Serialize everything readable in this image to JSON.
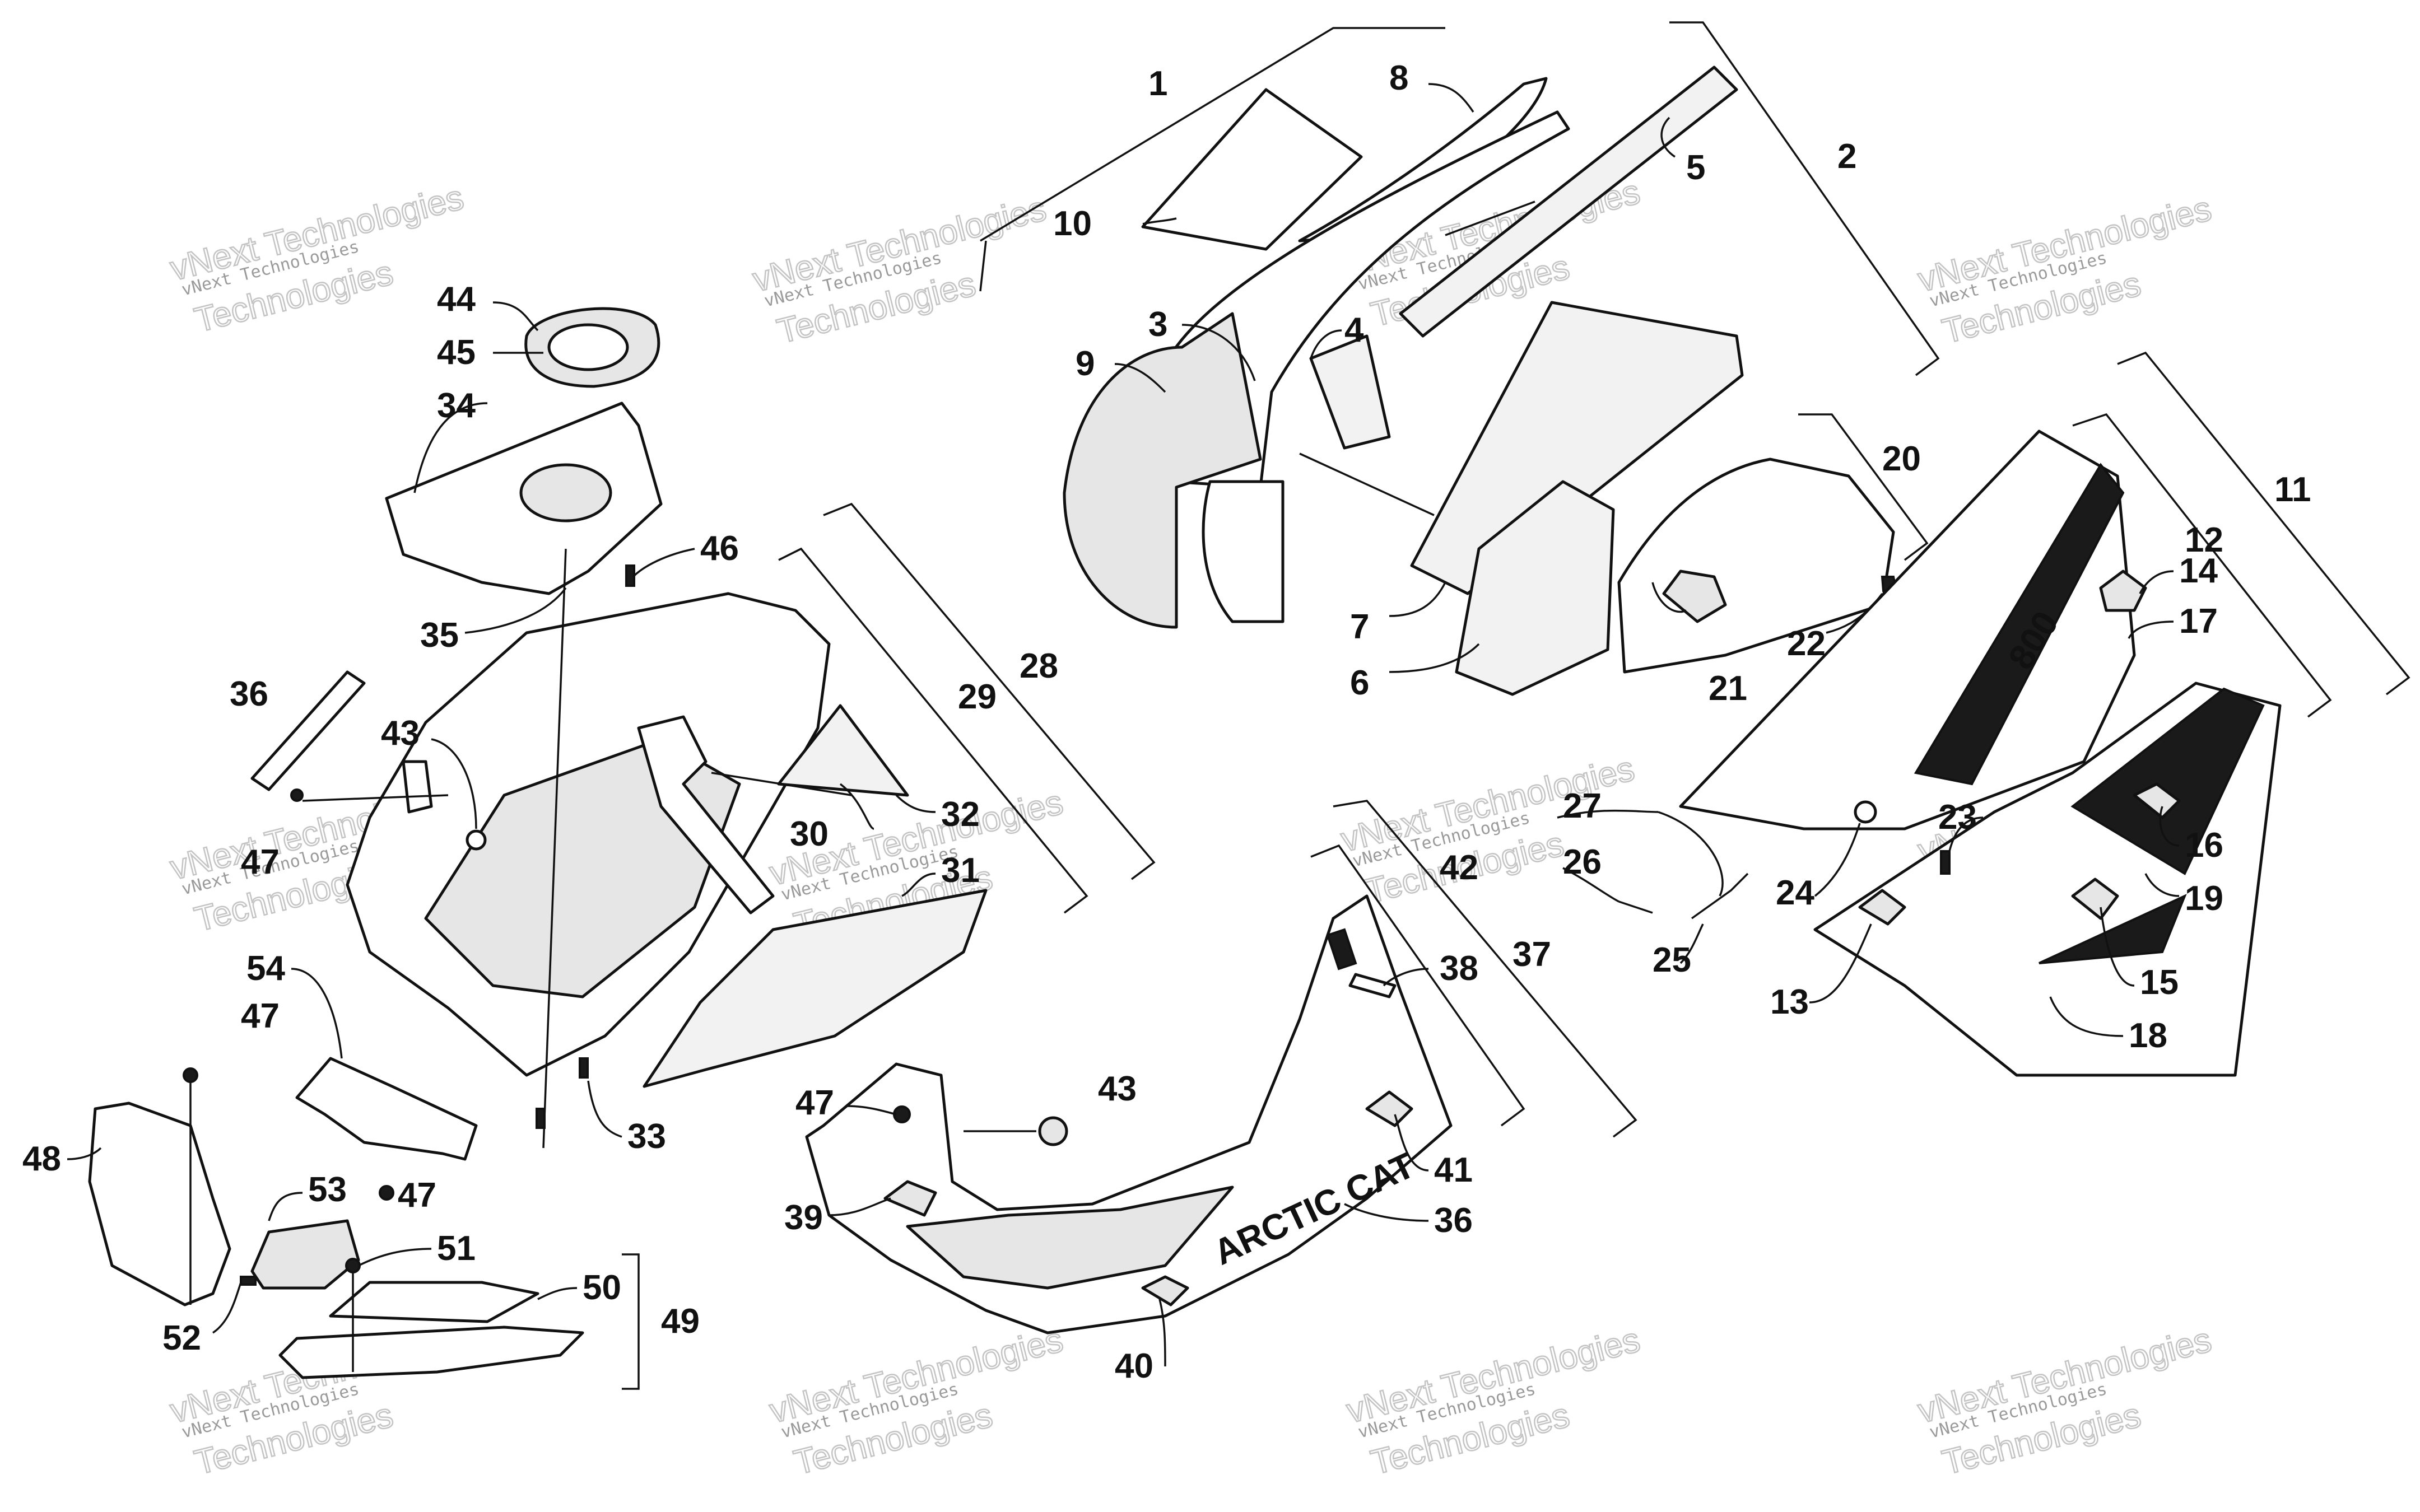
{
  "diagram": {
    "watermark_line1": "vNext Technologies",
    "watermark_line2": "Technologies",
    "decal_text": "ARCTIC CAT",
    "hood_decal_text": "800",
    "callouts": [
      {
        "id": "c1",
        "label": "1"
      },
      {
        "id": "c2",
        "label": "2"
      },
      {
        "id": "c3",
        "label": "3"
      },
      {
        "id": "c4",
        "label": "4"
      },
      {
        "id": "c5",
        "label": "5"
      },
      {
        "id": "c6",
        "label": "6"
      },
      {
        "id": "c7",
        "label": "7"
      },
      {
        "id": "c8",
        "label": "8"
      },
      {
        "id": "c9",
        "label": "9"
      },
      {
        "id": "c10",
        "label": "10"
      },
      {
        "id": "c11",
        "label": "11"
      },
      {
        "id": "c12",
        "label": "12"
      },
      {
        "id": "c13",
        "label": "13"
      },
      {
        "id": "c14",
        "label": "14"
      },
      {
        "id": "c15",
        "label": "15"
      },
      {
        "id": "c16",
        "label": "16"
      },
      {
        "id": "c17",
        "label": "17"
      },
      {
        "id": "c18",
        "label": "18"
      },
      {
        "id": "c19",
        "label": "19"
      },
      {
        "id": "c20",
        "label": "20"
      },
      {
        "id": "c21",
        "label": "21"
      },
      {
        "id": "c22",
        "label": "22"
      },
      {
        "id": "c23",
        "label": "23"
      },
      {
        "id": "c24",
        "label": "24"
      },
      {
        "id": "c25",
        "label": "25"
      },
      {
        "id": "c26",
        "label": "26"
      },
      {
        "id": "c27",
        "label": "27"
      },
      {
        "id": "c28",
        "label": "28"
      },
      {
        "id": "c29",
        "label": "29"
      },
      {
        "id": "c30",
        "label": "30"
      },
      {
        "id": "c31",
        "label": "31"
      },
      {
        "id": "c32",
        "label": "32"
      },
      {
        "id": "c33",
        "label": "33"
      },
      {
        "id": "c34",
        "label": "34"
      },
      {
        "id": "c35",
        "label": "35"
      },
      {
        "id": "c36a",
        "label": "36"
      },
      {
        "id": "c36b",
        "label": "36"
      },
      {
        "id": "c37",
        "label": "37"
      },
      {
        "id": "c38",
        "label": "38"
      },
      {
        "id": "c39",
        "label": "39"
      },
      {
        "id": "c40",
        "label": "40"
      },
      {
        "id": "c41",
        "label": "41"
      },
      {
        "id": "c42",
        "label": "42"
      },
      {
        "id": "c43a",
        "label": "43"
      },
      {
        "id": "c43b",
        "label": "43"
      },
      {
        "id": "c44",
        "label": "44"
      },
      {
        "id": "c45",
        "label": "45"
      },
      {
        "id": "c46",
        "label": "46"
      },
      {
        "id": "c47a",
        "label": "47"
      },
      {
        "id": "c47b",
        "label": "47"
      },
      {
        "id": "c47c",
        "label": "47"
      },
      {
        "id": "c47d",
        "label": "47"
      },
      {
        "id": "c48",
        "label": "48"
      },
      {
        "id": "c49",
        "label": "49"
      },
      {
        "id": "c50",
        "label": "50"
      },
      {
        "id": "c51",
        "label": "51"
      },
      {
        "id": "c52",
        "label": "52"
      },
      {
        "id": "c53",
        "label": "53"
      },
      {
        "id": "c54",
        "label": "54"
      }
    ]
  }
}
